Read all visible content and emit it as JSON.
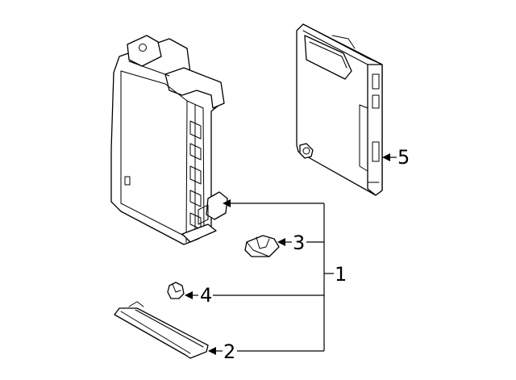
{
  "callouts": {
    "c1": "1",
    "c2": "2",
    "c3": "3",
    "c4": "4",
    "c5": "5"
  },
  "style": {
    "line_color": "#000000",
    "background": "#ffffff"
  }
}
